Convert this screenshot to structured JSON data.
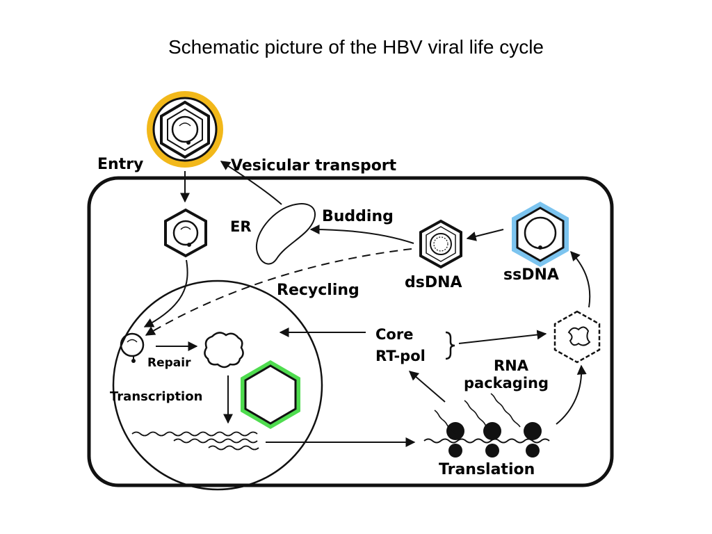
{
  "title": "Schematic picture of the HBV viral life cycle",
  "labels": {
    "entry": "Entry",
    "vesicular_transport": "Vesicular transport",
    "er": "ER",
    "budding": "Budding",
    "recycling": "Recycling",
    "dsdna": "dsDNA",
    "ssdna": "ssDNA",
    "repair": "Repair",
    "transcription": "Transcription",
    "core": "Core",
    "rt_pol": "RT-pol",
    "rna": "RNA",
    "packaging": "packaging",
    "translation": "Translation"
  },
  "colors": {
    "outline": "#111111",
    "entry_envelope": "#f2b81a",
    "ssdna_capsid": "#7cc4ef",
    "nuclear_capsid": "#4fdc4f"
  }
}
